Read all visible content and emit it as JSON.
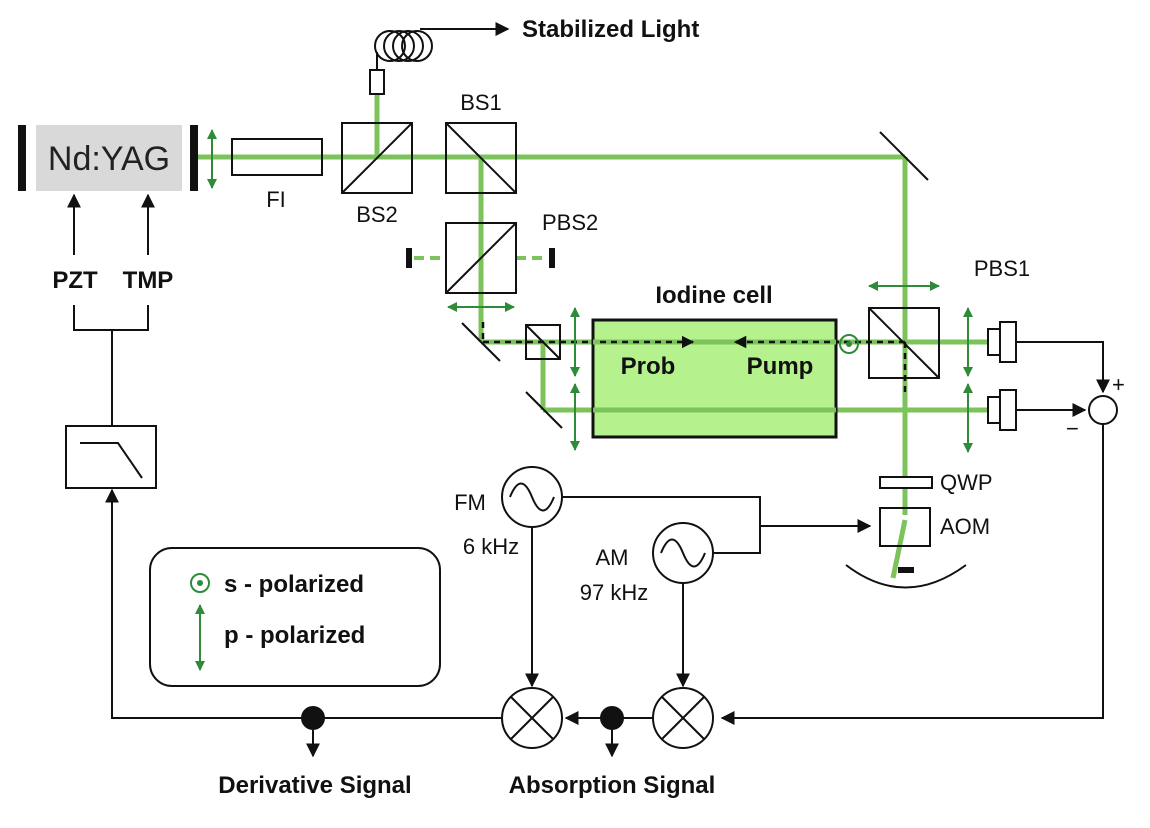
{
  "laser": {
    "name": "Nd:YAG"
  },
  "labels": {
    "stabilized": "Stabilized Light",
    "fi": "FI",
    "bs1": "BS1",
    "bs2": "BS2",
    "pbs2": "PBS2",
    "pbs1": "PBS1",
    "iodine_cell": "Iodine cell",
    "probe": "Prob",
    "pump": "Pump",
    "qwp": "QWP",
    "aom": "AOM",
    "pzt": "PZT",
    "tmp": "TMP",
    "fm": "FM",
    "fm_freq": "6 kHz",
    "am": "AM",
    "am_freq": "97 kHz",
    "plus": "+",
    "minus": "−",
    "derivative": "Derivative Signal",
    "absorption": "Absorption Signal"
  },
  "legend": {
    "s_pol": "s - polarized",
    "p_pol": "p - polarized"
  },
  "colors": {
    "beam": "#7cc35b",
    "polarization": "#2e8b3a",
    "cell_fill": "#a8f07a",
    "laser_bg": "#d9d9d9"
  }
}
